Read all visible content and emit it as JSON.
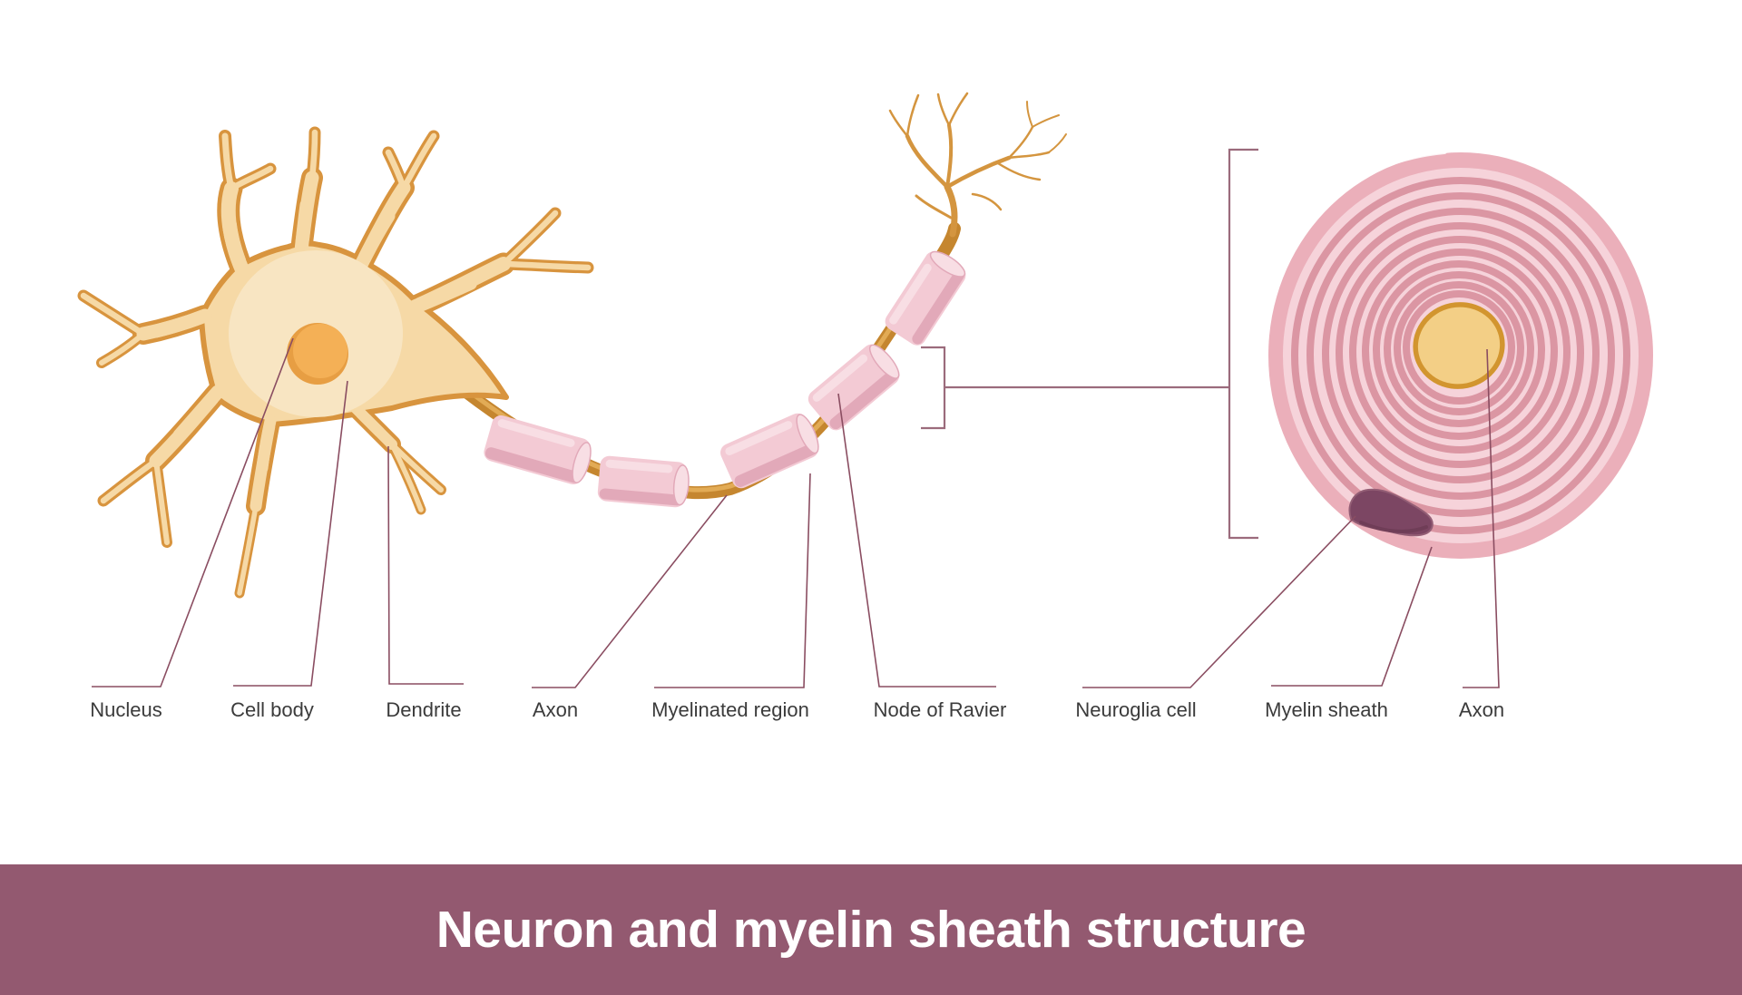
{
  "diagram": {
    "title": "Neuron and myelin sheath structure",
    "labels": [
      {
        "id": "nucleus",
        "text": "Nucleus"
      },
      {
        "id": "cell-body",
        "text": "Cell body"
      },
      {
        "id": "dendrite",
        "text": "Dendrite"
      },
      {
        "id": "axon",
        "text": "Axon"
      },
      {
        "id": "myelinated-region",
        "text": "Myelinated region"
      },
      {
        "id": "node-of-ravier",
        "text": "Node of Ravier"
      },
      {
        "id": "neuroglia-cell",
        "text": "Neuroglia cell"
      },
      {
        "id": "myelin-sheath",
        "text": "Myelin sheath"
      },
      {
        "id": "axon-cross-section",
        "text": "Axon"
      }
    ]
  },
  "colors": {
    "title_bar_bg": "#935970",
    "title_text": "#ffffff",
    "label_text": "#3b3b3b",
    "leader_line": "#8a4d61",
    "bracket_line": "#9b6b7c",
    "soma_fill": "#f6d9a6",
    "soma_inner": "#f8e5c2",
    "soma_outline": "#d8943e",
    "nucleus_fill": "#f4b056",
    "nucleus_shade": "#e79e43",
    "axon_fill": "#c5862f",
    "axon_highlight": "#e2ab55",
    "terminal_fill": "#d4953f",
    "myelin_fill": "#f3cad4",
    "myelin_shade": "#e2a9b9",
    "myelin_highlight": "#f8dee4",
    "sheath_outer": "#ebafba",
    "sheath_fill": "#f6d3da",
    "sheath_ring": "#db96a3",
    "axon_cross_fill": "#f3cf86",
    "axon_cross_outline": "#d2952f",
    "neuroglia_fill": "#7c4663"
  }
}
